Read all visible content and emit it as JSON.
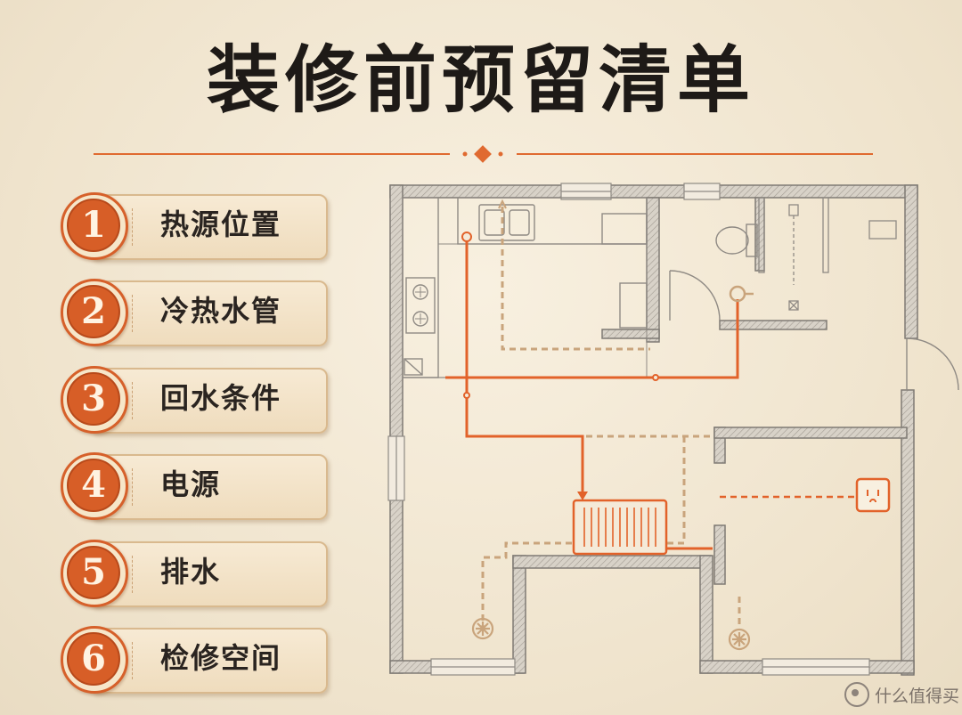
{
  "title": "装修前预留清单",
  "items": [
    {
      "number": "1",
      "label": "热源位置"
    },
    {
      "number": "2",
      "label": "冷热水管"
    },
    {
      "number": "3",
      "label": "回水条件"
    },
    {
      "number": "4",
      "label": "电源"
    },
    {
      "number": "5",
      "label": "排水"
    },
    {
      "number": "6",
      "label": "检修空间"
    }
  ],
  "watermark": "什么值得买",
  "colors": {
    "accent": "#d75e27",
    "wall": "#8f8a84",
    "pipe_hot": "#e2622a",
    "pipe_drain": "#c9a47c",
    "text": "#1e1a17",
    "background": "#f4ead8"
  },
  "icons": [
    "radiator-icon",
    "power-outlet-icon",
    "floor-drain-icon",
    "toilet-icon",
    "sink-icon",
    "stove-icon"
  ]
}
